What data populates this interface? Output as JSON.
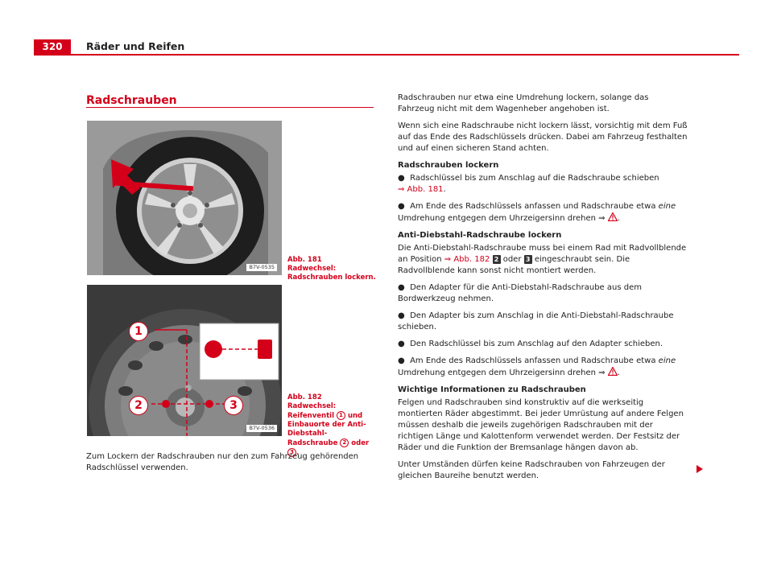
{
  "header": {
    "page_number": "320",
    "chapter_title": "Räder und Reifen"
  },
  "section": {
    "title": "Radschrauben"
  },
  "figures": [
    {
      "code": "B7V-0535",
      "caption_label": "Abb. 181",
      "caption_text": "Radwechsel: Radschrauben lockern."
    },
    {
      "code": "B7V-0536",
      "caption_label": "Abb. 182",
      "caption_text_1": "Radwechsel: Reifenventil",
      "caption_text_2": "und Einbauorte der Anti-Diebstahl-Radschraube",
      "caption_text_3": "oder",
      "callouts": [
        "1",
        "2",
        "3"
      ]
    }
  ],
  "left_paragraph": "Zum Lockern der Radschrauben nur den zum Fahrzeug gehörenden Radschlüssel verwenden.",
  "right": {
    "p1": "Radschrauben nur etwa eine Umdrehung lockern, solange das Fahrzeug nicht mit dem Wagenheber angehoben ist.",
    "p2": "Wenn sich eine Radschraube nicht lockern lässt, vorsichtig mit dem Fuß auf das Ende des Radschlüssels drücken. Dabei am Fahrzeug festhalten und auf einen sicheren Stand achten.",
    "h1": "Radschrauben lockern",
    "b1": "Radschlüssel bis zum Anschlag auf die Radschraube schieben",
    "b1_ref": "⇒ Abb. 181",
    "b2_pre": "Am Ende des Radschlüssels anfassen und Radschraube etwa",
    "b2_em": "eine",
    "b2_post": "Umdrehung entgegen dem Uhrzeigersinn drehen ⇒",
    "h2": "Anti-Diebstahl-Radschraube lockern",
    "p3_pre": "Die Anti-Diebstahl-Radschraube muss bei einem Rad mit Radvollblende an Position",
    "p3_ref": "⇒ Abb. 182",
    "p3_b2": "2",
    "p3_mid": "oder",
    "p3_b3": "3",
    "p3_post": "eingeschraubt sein. Die Radvollblende kann sonst nicht montiert werden.",
    "b3": "Den Adapter für die Anti-Diebstahl-Radschraube aus dem Bordwerkzeug nehmen.",
    "b4": "Den Adapter bis zum Anschlag in die Anti-Diebstahl-Radschraube schieben.",
    "b5": "Den Radschlüssel bis zum Anschlag auf den Adapter schieben.",
    "b6_pre": "Am Ende des Radschlüssels anfassen und Radschraube etwa",
    "b6_em": "eine",
    "b6_post": "Umdrehung entgegen dem Uhrzeigersinn drehen ⇒",
    "h3": "Wichtige Informationen zu Radschrauben",
    "p4": "Felgen und Radschrauben sind konstruktiv auf die werkseitig montierten Räder abgestimmt. Bei jeder Umrüstung auf andere Felgen müssen deshalb die jeweils zugehörigen Radschrauben mit der richtigen Länge und Kalottenform verwendet werden. Der Festsitz der Räder und die Funktion der Bremsanlage hängen davon ab.",
    "p5": "Unter Umständen dürfen keine Radschrauben von Fahrzeugen der gleichen Baureihe benutzt werden."
  },
  "colors": {
    "accent": "#d4001a",
    "text": "#222222"
  }
}
